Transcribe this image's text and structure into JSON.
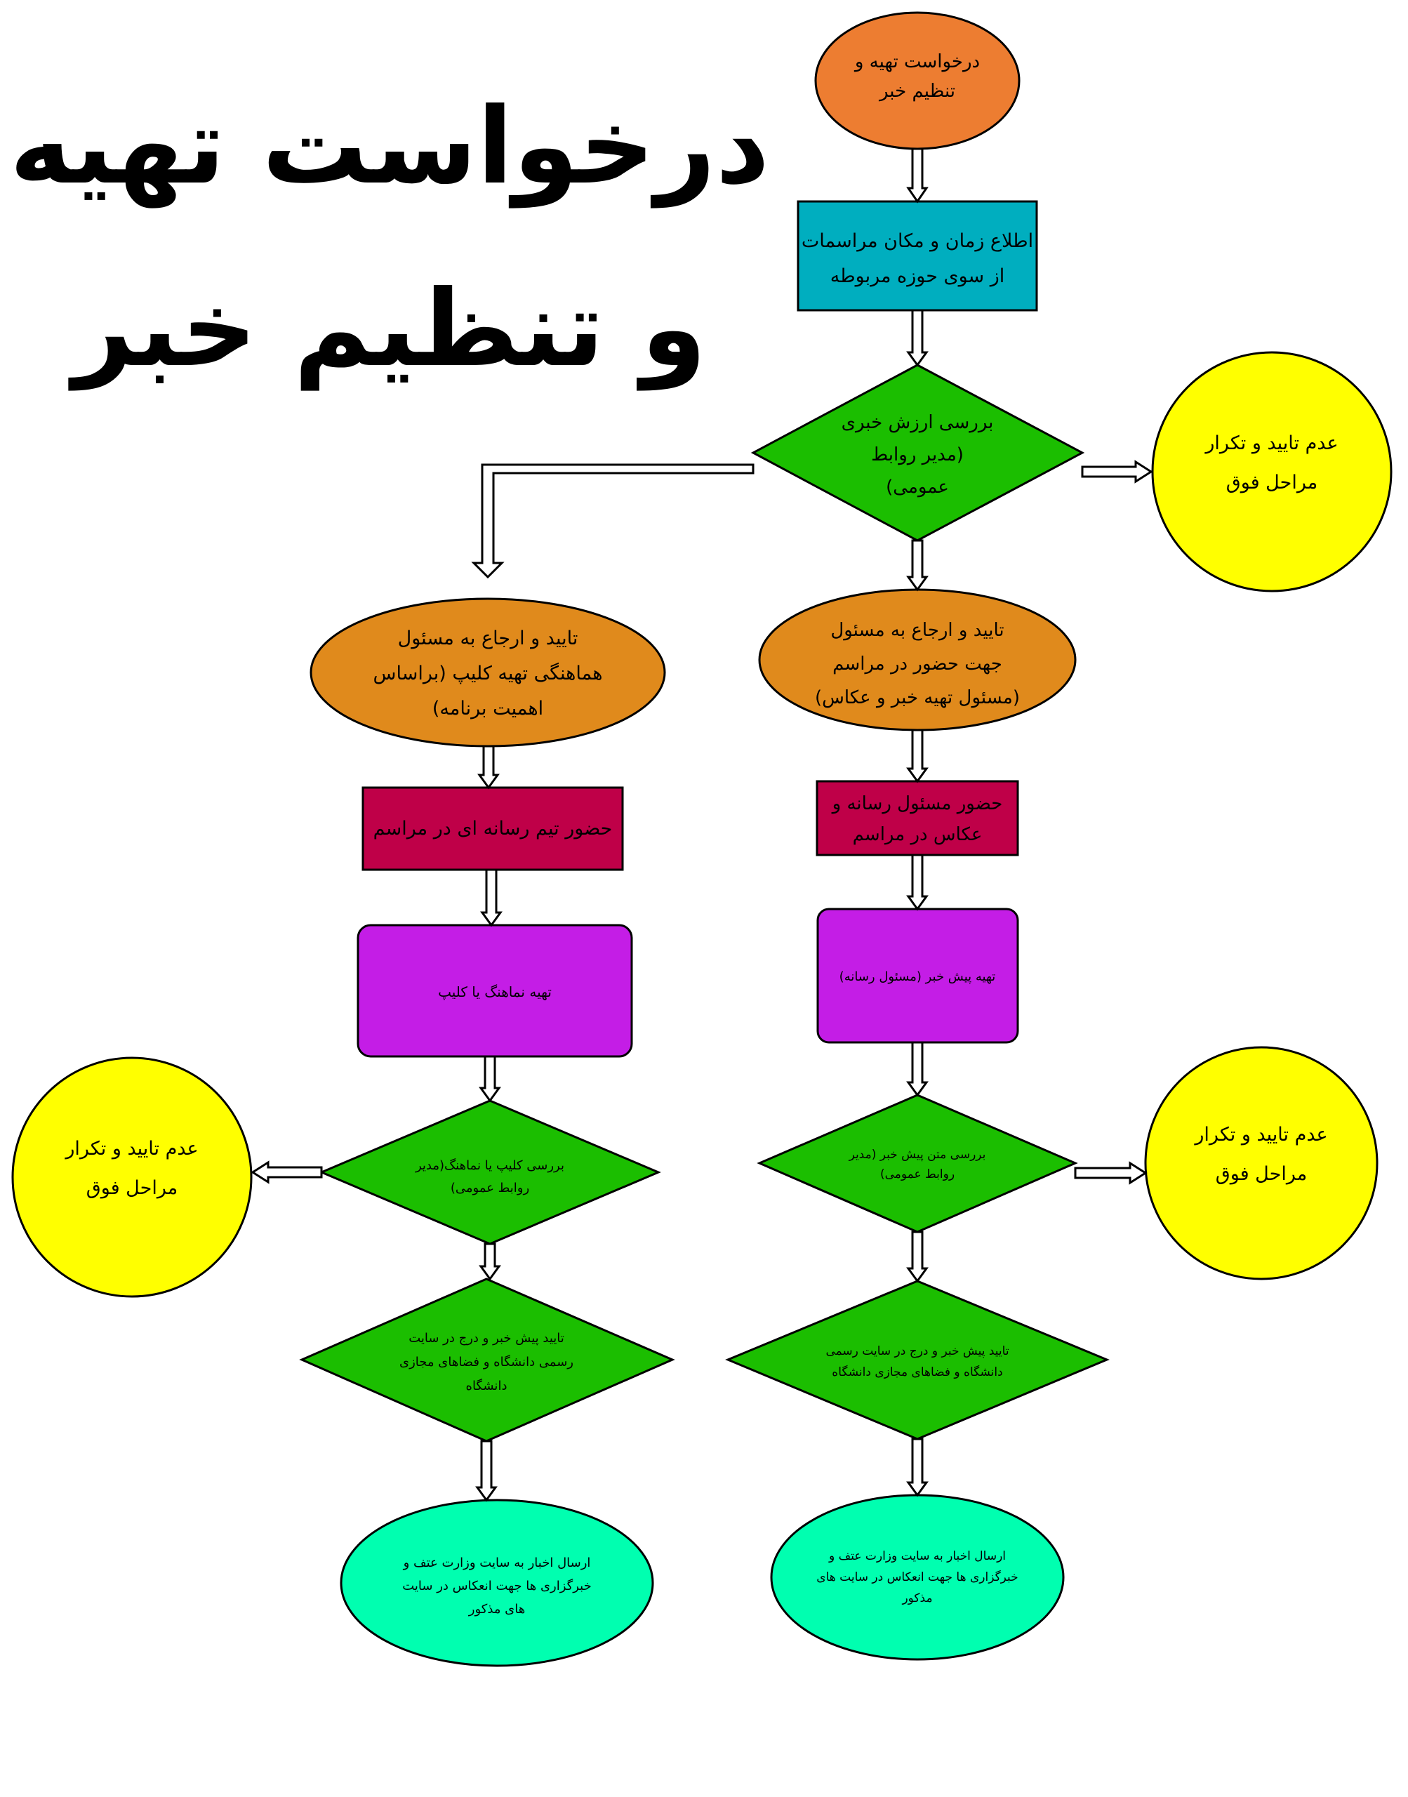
{
  "title": {
    "line1": "درخواست تهیه",
    "line2": "و تنظیم خبر"
  },
  "colors": {
    "orange_start": "#ED7D31",
    "teal": "#00AEBF",
    "green": "#1BBE00",
    "yellow": "#FFFF00",
    "orange_node": "#E08A1C",
    "crimson": "#BF0048",
    "purple": "#C41DE6",
    "mint": "#00FFB0"
  },
  "nodes": {
    "start": [
      "درخواست تهیه و",
      "تنظیم خبر"
    ],
    "announce": [
      "اطلاع زمان و مکان مراسمات",
      "از سوی حوزه مربوطه"
    ],
    "review_value": [
      "بررسی ارزش خبری",
      "(مدیر روابط",
      "عمومی)"
    ],
    "reject_top": [
      "عدم تایید و تکرار",
      "مراحل فوق"
    ],
    "approve_left": [
      "تایید و ارجاع به مسئول",
      "هماهنگی تهیه کلیپ (براساس",
      "اهمیت برنامه)"
    ],
    "approve_right": [
      "تایید و ارجاع به مسئول",
      "جهت حضور در مراسم",
      "(مسئول تهیه خبر و عکاس)"
    ],
    "team_attend": [
      "حضور تیم رسانه ای در مراسم"
    ],
    "media_attend": [
      "حضور مسئول رسانه و",
      "عکاس در مراسم"
    ],
    "prepare_clip": [
      "تهیه نماهنگ یا کلیپ"
    ],
    "prepare_news": [
      "تهیه پیش خبر (مسئول رسانه)"
    ],
    "review_clip": [
      "بررسی کلیپ یا نماهنگ(مدیر",
      "روابط عمومی)"
    ],
    "review_news": [
      "بررسی متن پیش خبر (مدیر",
      "روابط عمومی)"
    ],
    "reject_left": [
      "عدم تایید و تکرار",
      "مراحل فوق"
    ],
    "reject_right": [
      "عدم تایید و تکرار",
      "مراحل فوق"
    ],
    "publish_left": [
      "تایید پیش خبر و درج در سایت",
      "رسمی دانشگاه و فضاهای مجازی",
      "دانشگاه"
    ],
    "publish_right": [
      "تایید پیش خبر و درج در سایت رسمی",
      "دانشگاه و فضاهای مجازی دانشگاه"
    ],
    "send_left": [
      "ارسال اخبار به سایت وزارت عتف و",
      "خبرگزاری ها جهت انعکاس در سایت",
      "های مذکور"
    ],
    "send_right": [
      "ارسال اخبار به سایت وزارت عتف و",
      "خبرگزاری ها جهت انعکاس در سایت های",
      "مذکور"
    ]
  }
}
